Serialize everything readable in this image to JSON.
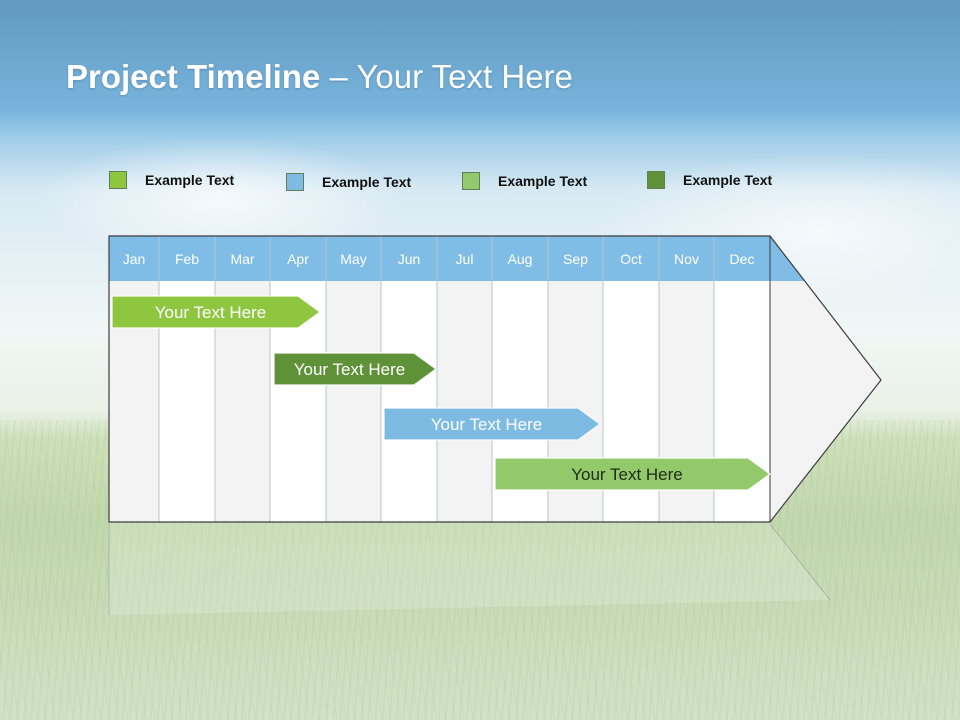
{
  "title": {
    "bold": "Project Timeline",
    "rest": " – Your Text Here"
  },
  "colors": {
    "light_green": "#8ec63f",
    "blue": "#7dbbe2",
    "mid_green": "#92c96a",
    "dark_green": "#5f9238",
    "header_blue": "#7fbde6",
    "column_light": "#f3f3f3",
    "column_white": "#ffffff"
  },
  "legend": [
    {
      "label": "Example Text",
      "color": "#8ec63f"
    },
    {
      "label": "Example Text",
      "color": "#7dbbe2"
    },
    {
      "label": "Example Text",
      "color": "#92c96a"
    },
    {
      "label": "Example Text",
      "color": "#5f9238"
    }
  ],
  "timeline": {
    "months": [
      "Jan",
      "Feb",
      "Mar",
      "Apr",
      "May",
      "Jun",
      "Jul",
      "Aug",
      "Sep",
      "Oct",
      "Nov",
      "Dec"
    ],
    "tasks": [
      {
        "label": "Your  Text Here",
        "start": "Jan",
        "end": "Apr",
        "color": "#8ec63f"
      },
      {
        "label": "Your  Text Here",
        "start": "Apr",
        "end": "Jun",
        "color": "#5f9238"
      },
      {
        "label": "Your  Text Here",
        "start": "Jun",
        "end": "Sep",
        "color": "#7dbbe2"
      },
      {
        "label": "Your  Text Here",
        "start": "Aug",
        "end": "Dec",
        "color": "#92c96a"
      }
    ]
  }
}
